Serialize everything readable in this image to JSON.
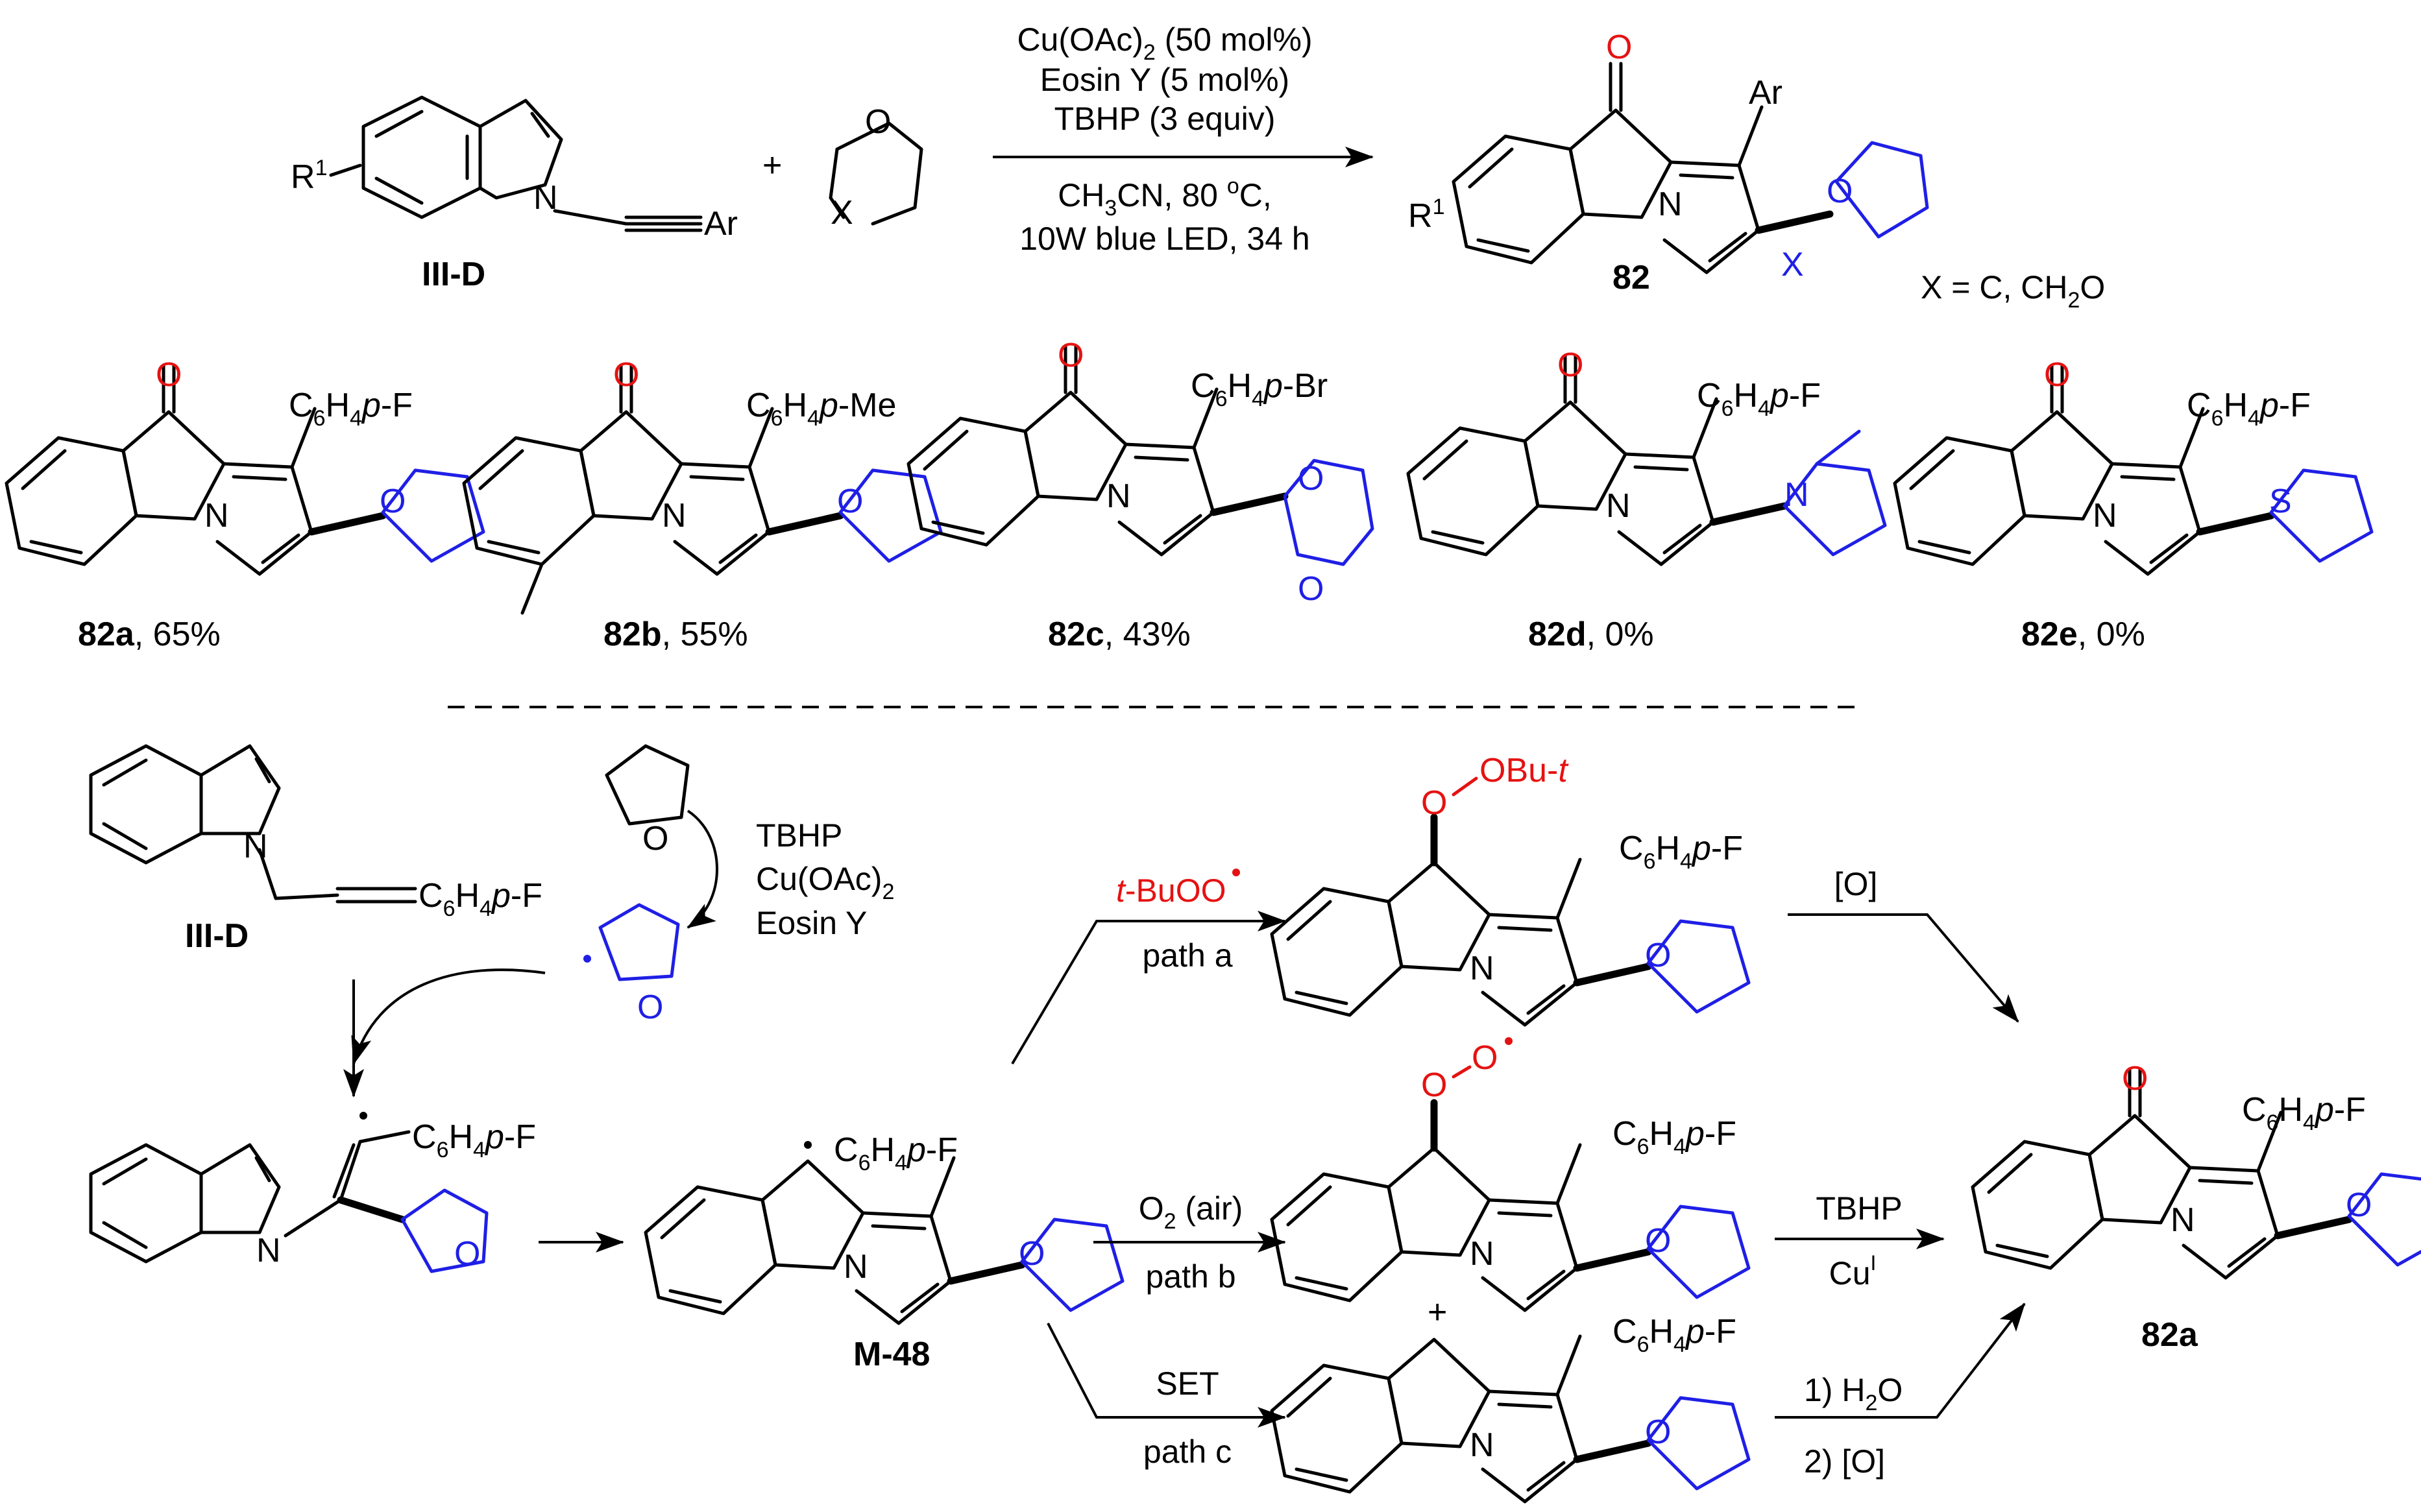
{
  "top_reaction": {
    "conditions": [
      "Cu(OAc)2 (50 mol%)",
      "Eosin Y (5 mol%)",
      "TBHP (3 equiv)",
      "CH3CN, 80 oC,",
      "10W blue LED, 34 h"
    ],
    "substrate_label": "III-D",
    "product_label": "82",
    "x_note": "X = C, CH2O",
    "plus": "+"
  },
  "examples": [
    {
      "compound": "82a",
      "yield": ", 65%",
      "aryl": "C6H4p-F"
    },
    {
      "compound": "82b",
      "yield": ", 55%",
      "aryl": "C6H4p-Me"
    },
    {
      "compound": "82c",
      "yield": ", 43%",
      "aryl": "C6H4p-Br"
    },
    {
      "compound": "82d",
      "yield": ", 0%",
      "aryl": "C6H4p-F"
    },
    {
      "compound": "82e",
      "yield": ", 0%",
      "aryl": "C6H4p-F"
    }
  ],
  "mechanism": {
    "reagents": [
      "TBHP",
      "Cu(OAc)2",
      "Eosin Y"
    ],
    "substrate_label": "III-D",
    "intermediate_label": "M-48",
    "product_label": "82a",
    "path_a": {
      "reagent": "t-BuOO•",
      "label": "path a",
      "next": "[O]"
    },
    "path_b": {
      "reagent": "O2 (air)",
      "label": "path b",
      "next_top": "TBHP",
      "next_bottom": "CuI"
    },
    "path_c": {
      "reagent": "SET",
      "label": "path c",
      "next_top": "1) H2O",
      "next_bottom": "2) [O]"
    },
    "peroxy_group": "OBu-t"
  },
  "colors": {
    "oxygen": "#e51212",
    "ring": "#1f1fe6",
    "bonds": "#000000"
  }
}
